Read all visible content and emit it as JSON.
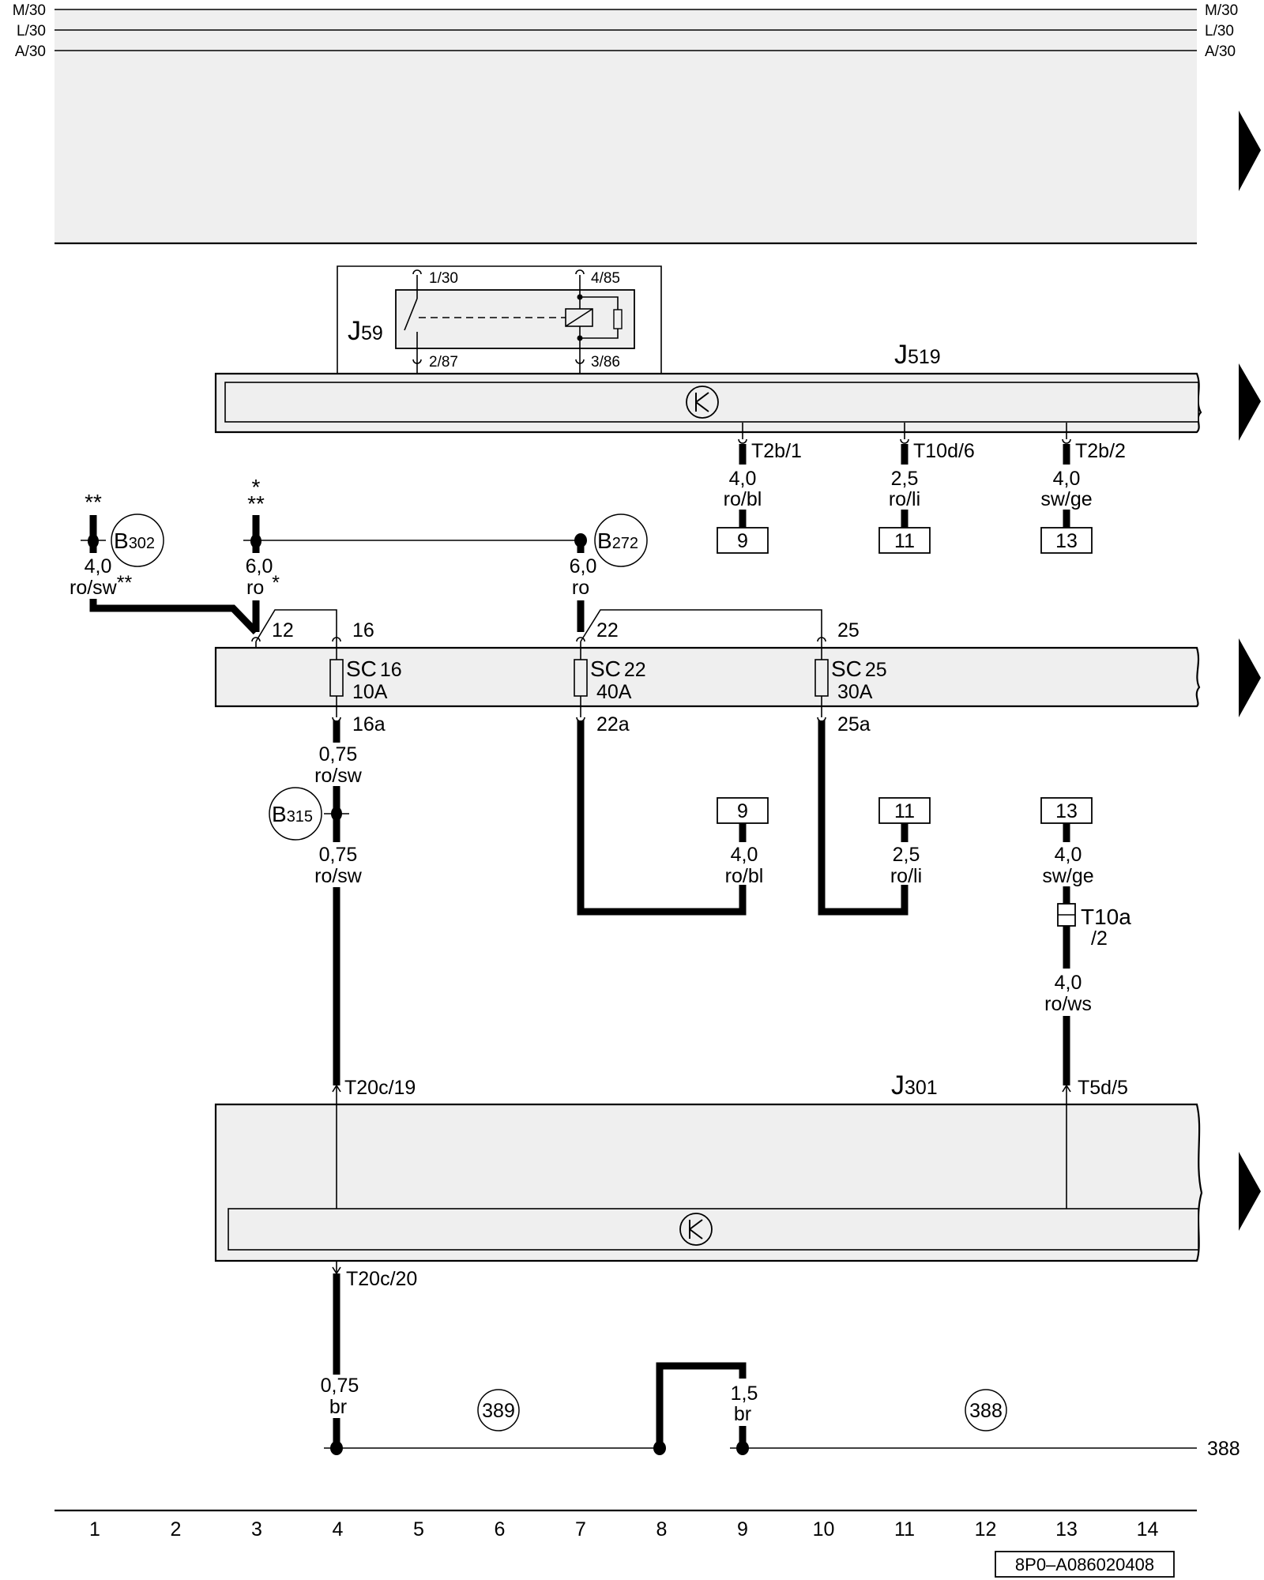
{
  "bus_lines": [
    {
      "label": "M/30"
    },
    {
      "label": "L/30"
    },
    {
      "label": "A/30"
    }
  ],
  "components": {
    "relay": {
      "name": "J",
      "index": "59",
      "pins": [
        "1/30",
        "4/85",
        "2/87",
        "3/86"
      ]
    },
    "j519": {
      "name": "J",
      "index": "519",
      "connectors": [
        {
          "pin": "T2b/1",
          "size": "4,0",
          "color": "ro/bl",
          "ref": "9"
        },
        {
          "pin": "T10d/6",
          "size": "2,5",
          "color": "ro/li",
          "ref": "11"
        },
        {
          "pin": "T2b/2",
          "size": "4,0",
          "color": "sw/ge",
          "ref": "13"
        }
      ]
    },
    "j301": {
      "name": "J",
      "index": "301",
      "pins": [
        "T20c/19",
        "T5d/5",
        "T20c/20"
      ]
    }
  },
  "splices": [
    {
      "name": "B",
      "index": "302",
      "marker": "**",
      "size": "4,0",
      "color": "ro/sw",
      "suffix": "**"
    },
    {
      "name": "B",
      "index": "272",
      "size": "6,0",
      "color": "ro"
    },
    {
      "name": "B",
      "index": "315"
    }
  ],
  "feed_wire": {
    "marker_top": "*",
    "marker_mid": "**",
    "size": "6,0",
    "color": "ro",
    "suffix": "*"
  },
  "fuse_block": {
    "in_pins": [
      "12",
      "16",
      "22",
      "25"
    ],
    "fuses": [
      {
        "name": "SC",
        "index": "16",
        "rating": "10A",
        "out": "16a"
      },
      {
        "name": "SC",
        "index": "22",
        "rating": "40A",
        "out": "22a"
      },
      {
        "name": "SC",
        "index": "25",
        "rating": "30A",
        "out": "25a"
      }
    ]
  },
  "wires": {
    "sc16_upper": {
      "size": "0,75",
      "color": "ro/sw"
    },
    "sc16_lower": {
      "size": "0,75",
      "color": "ro/sw"
    },
    "sc22": {
      "size": "4,0",
      "color": "ro/bl",
      "ref": "9"
    },
    "sc25": {
      "size": "2,5",
      "color": "ro/li",
      "ref": "11"
    },
    "col13_upper": {
      "size": "4,0",
      "color": "sw/ge",
      "ref": "13"
    },
    "col13_connector": {
      "name": "T10a",
      "sub": "/2"
    },
    "col13_lower": {
      "size": "4,0",
      "color": "ro/ws"
    },
    "ground_left": {
      "size": "0,75",
      "color": "br"
    },
    "ground_right": {
      "size": "1,5",
      "color": "br"
    }
  },
  "ground_points": [
    "389",
    "388"
  ],
  "ground_continuation": "388",
  "column_numbers": [
    "1",
    "2",
    "3",
    "4",
    "5",
    "6",
    "7",
    "8",
    "9",
    "10",
    "11",
    "12",
    "13",
    "14"
  ],
  "document_id": "8P0–A086020408",
  "colors": {
    "panel_fill": "#efefef",
    "line": "#000000",
    "background": "#ffffff"
  }
}
